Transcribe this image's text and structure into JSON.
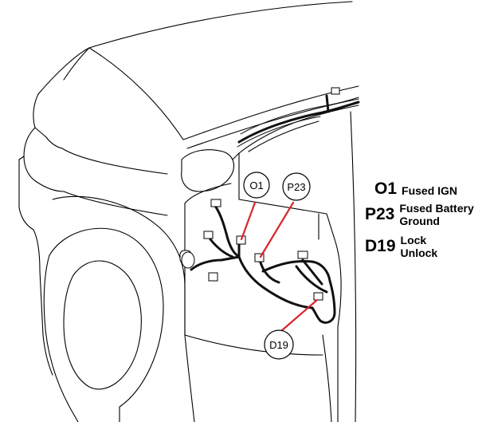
{
  "callouts": [
    {
      "code": "O1"
    },
    {
      "code": "P23"
    },
    {
      "code": "D19"
    }
  ],
  "legend": [
    {
      "code": "O1",
      "lines": [
        "Fused IGN"
      ]
    },
    {
      "code": "P23",
      "lines": [
        "Fused Battery",
        "Ground"
      ]
    },
    {
      "code": "D19",
      "lines": [
        "Lock",
        "Unlock"
      ]
    }
  ],
  "colors": {
    "line": "#000000",
    "leader": "#d9252b",
    "harness": "#111111",
    "background": "#ffffff"
  }
}
